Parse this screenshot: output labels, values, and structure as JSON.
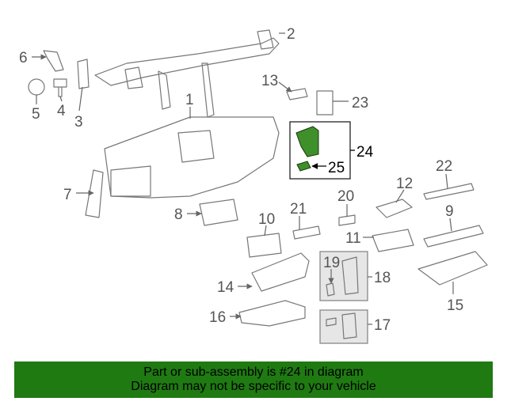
{
  "diagram": {
    "callouts": [
      "1",
      "2",
      "3",
      "4",
      "5",
      "6",
      "7",
      "8",
      "10",
      "11",
      "12",
      "13",
      "14",
      "15",
      "16",
      "17",
      "18",
      "19",
      "20",
      "21",
      "22",
      "23",
      "24",
      "25",
      "9"
    ],
    "highlight_color": "#3f8f2a"
  },
  "footer": {
    "line1": "Part or sub-assembly is #24 in diagram",
    "line2": "Diagram may not be specific to your vehicle",
    "bg_color": "#1f7a12"
  }
}
